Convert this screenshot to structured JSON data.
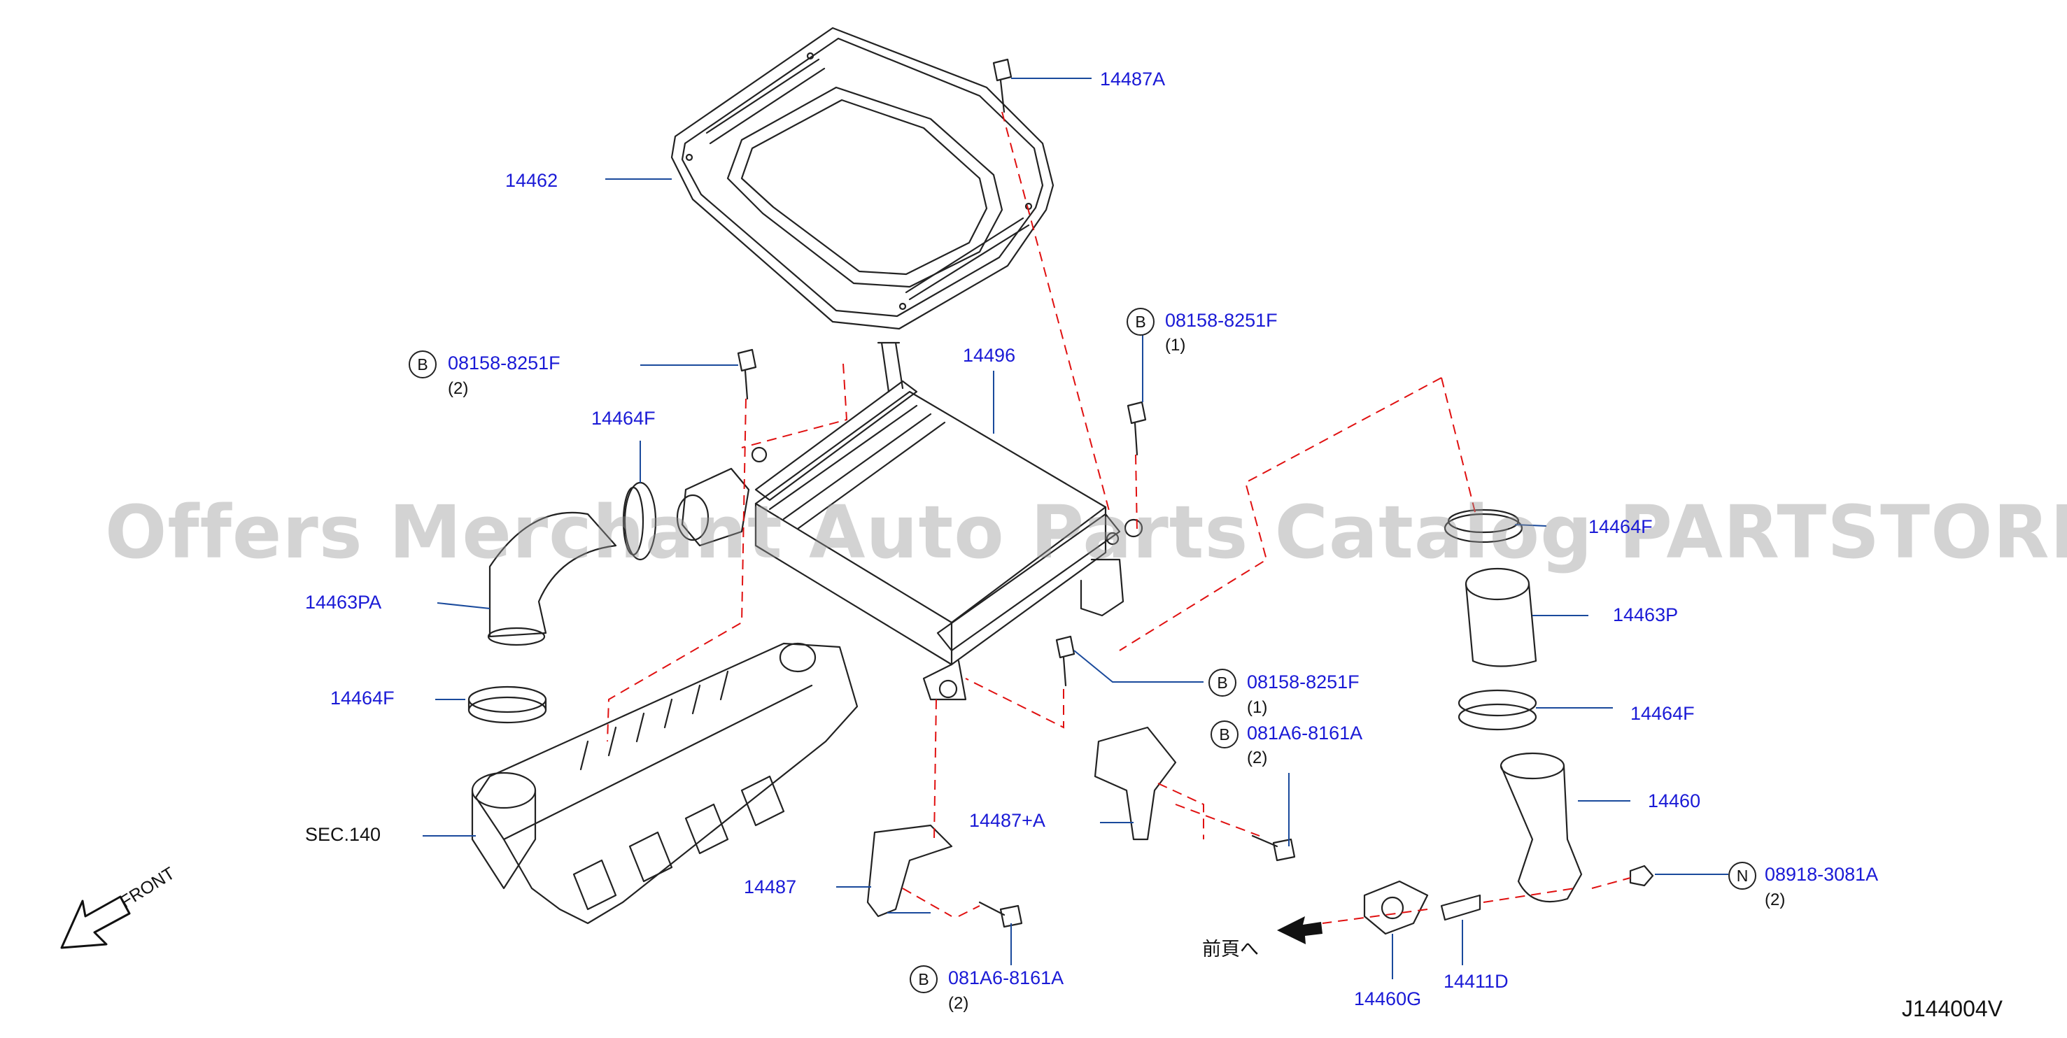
{
  "watermark": "Offers Merchant Auto Parts Catalog PARTSTORE.SA",
  "front_label": "FRONT",
  "diagram_code": "J144004V",
  "prev_page_label": "前頁へ",
  "bolt_marker": "B",
  "nut_marker": "N",
  "parts": {
    "p14487A": "14487A",
    "p14462": "14462",
    "p14496": "14496",
    "p14464F_left": "14464F",
    "p14463PA": "14463PA",
    "p14464F_left2": "14464F",
    "sec140": "SEC.140",
    "p14487plusA": "14487+A",
    "p14487": "14487",
    "p14464F_right": "14464F",
    "p14463P": "14463P",
    "p14464F_right2": "14464F",
    "p14460": "14460",
    "p14460G": "14460G",
    "p14411D": "14411D"
  },
  "fasteners": {
    "bolt_top_left": {
      "part": "08158-8251F",
      "qty": "(2)"
    },
    "bolt_top_right": {
      "part": "08158-8251F",
      "qty": "(1)"
    },
    "bolt_mid_right": {
      "part": "08158-8251F",
      "qty": "(1)"
    },
    "bolt_bracket_right": {
      "part": "081A6-8161A",
      "qty": "(2)"
    },
    "bolt_bottom": {
      "part": "081A6-8161A",
      "qty": "(2)"
    },
    "nut_right": {
      "part": "08918-3081A",
      "qty": "(2)"
    }
  }
}
